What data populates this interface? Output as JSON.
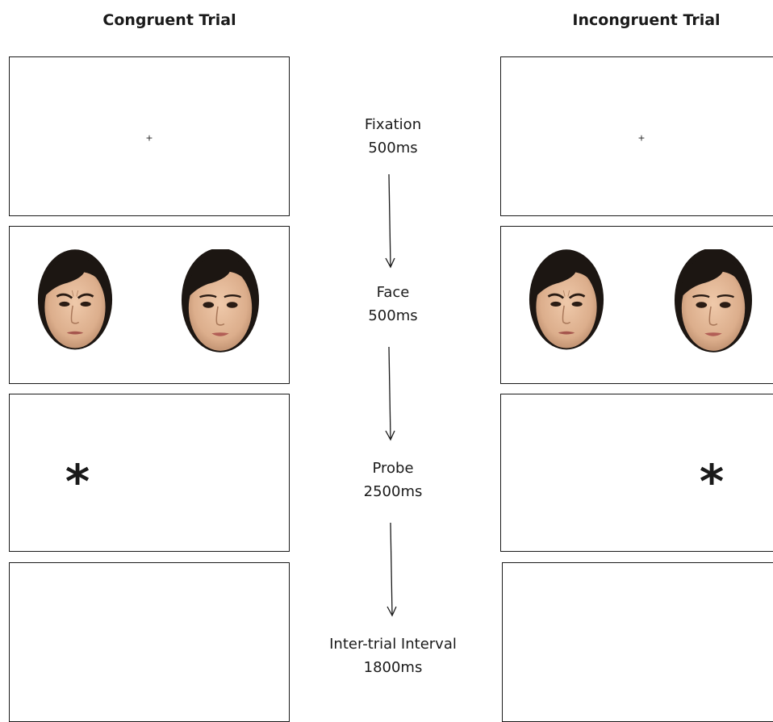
{
  "columns": {
    "congruent_title": "Congruent Trial",
    "incongruent_title": "Incongruent Trial"
  },
  "stages": [
    {
      "name": "Fixation",
      "duration": "500ms"
    },
    {
      "name": "Face",
      "duration": "500ms"
    },
    {
      "name": "Probe",
      "duration": "2500ms"
    },
    {
      "name": "Inter-trial Interval",
      "duration": "1800ms"
    }
  ],
  "symbols": {
    "fixation_cross": "+",
    "probe": "*"
  },
  "faces": {
    "left_expression": "angry-face",
    "right_expression": "neutral-face"
  },
  "colors": {
    "line": "#1a1a1a",
    "hair": "#1c1612",
    "skin": "#e2b797"
  }
}
